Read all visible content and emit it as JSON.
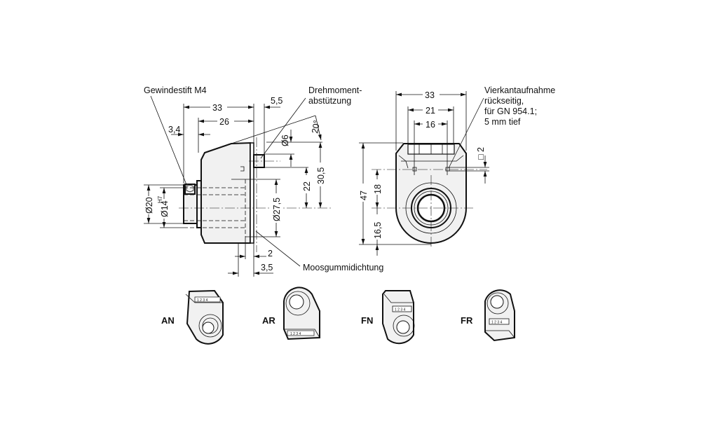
{
  "side_view": {
    "labels": {
      "set_screw": "Gewindestift M4",
      "torque_support_1": "Drehmoment-",
      "torque_support_2": "abstützung",
      "seal": "Moosgummidichtung"
    },
    "dims": {
      "overall_length": "33",
      "body_length": "26",
      "screw_offset": "3,4",
      "pin_length": "5,5",
      "pin_diameter": "Ø6",
      "angle": "20°",
      "pin_height": "22",
      "top_height": "30,5",
      "hub_outer": "Ø20",
      "bore": "Ø14",
      "bore_tolerance": "H7",
      "flange_diameter": "Ø27,5",
      "seal_thickness": "2",
      "seal_offset": "3,5"
    }
  },
  "front_view": {
    "labels": {
      "square_1": "Vierkantaufnahme",
      "square_2": "rückseitig,",
      "square_3": "für GN 954.1;",
      "square_4": "5 mm tief"
    },
    "dims": {
      "width": "33",
      "width_inner": "21",
      "square_spacing": "16",
      "square_size": "□ 2",
      "height": "47",
      "square_to_center": "18",
      "center_to_bottom": "16,5"
    }
  },
  "variants": [
    {
      "code": "AN",
      "digits": "1 2 3 4"
    },
    {
      "code": "AR",
      "digits": "1 2 3 4"
    },
    {
      "code": "FN",
      "digits": "1 2 3 4"
    },
    {
      "code": "FR",
      "digits": "1 2 3 4"
    }
  ]
}
